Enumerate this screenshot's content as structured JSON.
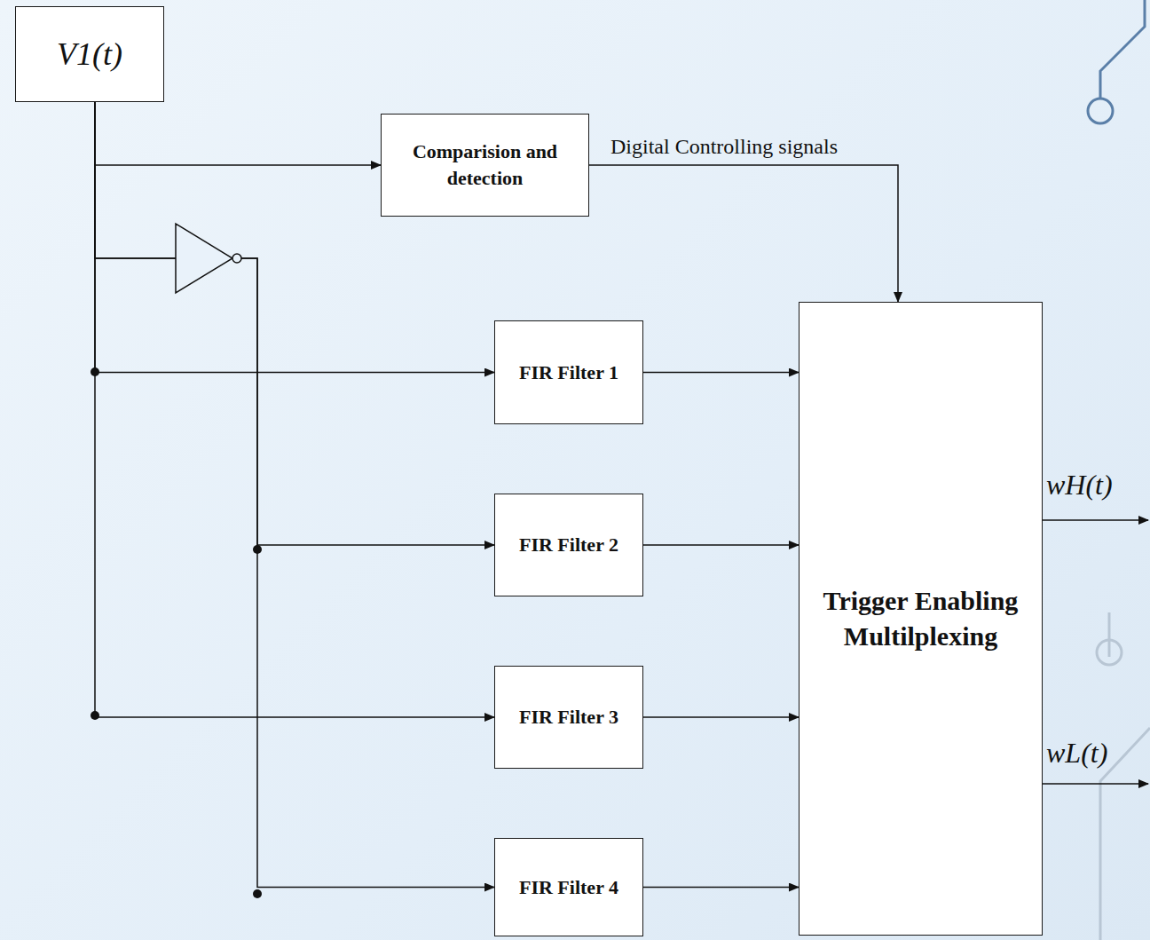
{
  "diagram": {
    "nodes": [
      {
        "text": [
          "V1(t)"
        ]
      },
      {
        "text": [
          "Comparision and detection"
        ]
      },
      {
        "text": [
          "FIR Filter 1"
        ]
      },
      {
        "text": [
          "FIR Filter 2"
        ]
      },
      {
        "text": [
          "FIR Filter 3"
        ]
      },
      {
        "text": [
          "FIR Filter 4"
        ]
      },
      {
        "text": [
          "Trigger Enabling Multilplexing"
        ]
      }
    ],
    "edges": [
      {
        "from": 0,
        "to": 1,
        "arrow": "to"
      },
      {
        "from": 1,
        "to": 6,
        "arrow": "to"
      },
      {
        "from": 0,
        "to": 2,
        "arrow": "to"
      },
      {
        "from": 0,
        "to": 3,
        "arrow": "to"
      },
      {
        "from": 0,
        "to": 4,
        "arrow": "to"
      },
      {
        "from": 0,
        "to": 5,
        "arrow": "to"
      },
      {
        "from": 2,
        "to": 6,
        "arrow": "to"
      },
      {
        "from": 3,
        "to": 6,
        "arrow": "to"
      },
      {
        "from": 4,
        "to": 6,
        "arrow": "to"
      },
      {
        "from": 5,
        "to": 6,
        "arrow": "to"
      }
    ],
    "labels": [
      "Digital Controlling signals",
      "wH(t)",
      "wL(t)"
    ]
  }
}
